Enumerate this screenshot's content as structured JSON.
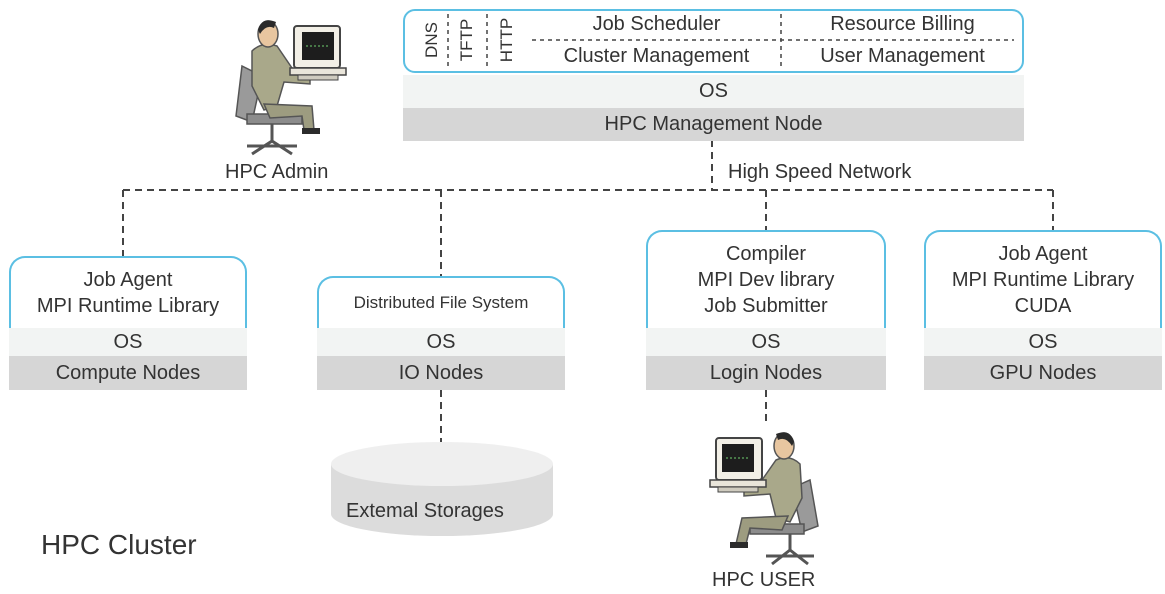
{
  "management_node": {
    "services": {
      "dns": "DNS",
      "tftp": "TFTP",
      "http": "HTTP",
      "job_scheduler": "Job Scheduler",
      "resource_billing": "Resource Billing",
      "cluster_management": "Cluster Management",
      "user_management": "User Management"
    },
    "os": "OS",
    "name": "HPC Management Node"
  },
  "admin": {
    "label": "HPC Admin",
    "icon": "admin-at-computer-icon"
  },
  "network": {
    "label": "High Speed Network"
  },
  "compute_nodes": {
    "software": [
      "Job Agent",
      "MPI Runtime Library"
    ],
    "os": "OS",
    "name": "Compute Nodes"
  },
  "io_nodes": {
    "software": [
      "Distributed File System"
    ],
    "os": "OS",
    "name": "IO Nodes"
  },
  "login_nodes": {
    "software": [
      "Compiler",
      "MPI Dev library",
      "Job Submitter"
    ],
    "os": "OS",
    "name": "Login Nodes"
  },
  "gpu_nodes": {
    "software": [
      "Job Agent",
      "MPI Runtime Library",
      "CUDA"
    ],
    "os": "OS",
    "name": "GPU Nodes"
  },
  "storage": {
    "label": "Extemal Storages",
    "icon": "storage-cylinder-icon"
  },
  "user": {
    "label": "HPC USER",
    "icon": "user-at-computer-icon"
  },
  "cluster": {
    "title": "HPC Cluster"
  },
  "colors": {
    "box_border": "#5bbfe3",
    "os_fill": "#f2f4f3",
    "name_fill": "#d6d6d6",
    "line": "#444444"
  }
}
